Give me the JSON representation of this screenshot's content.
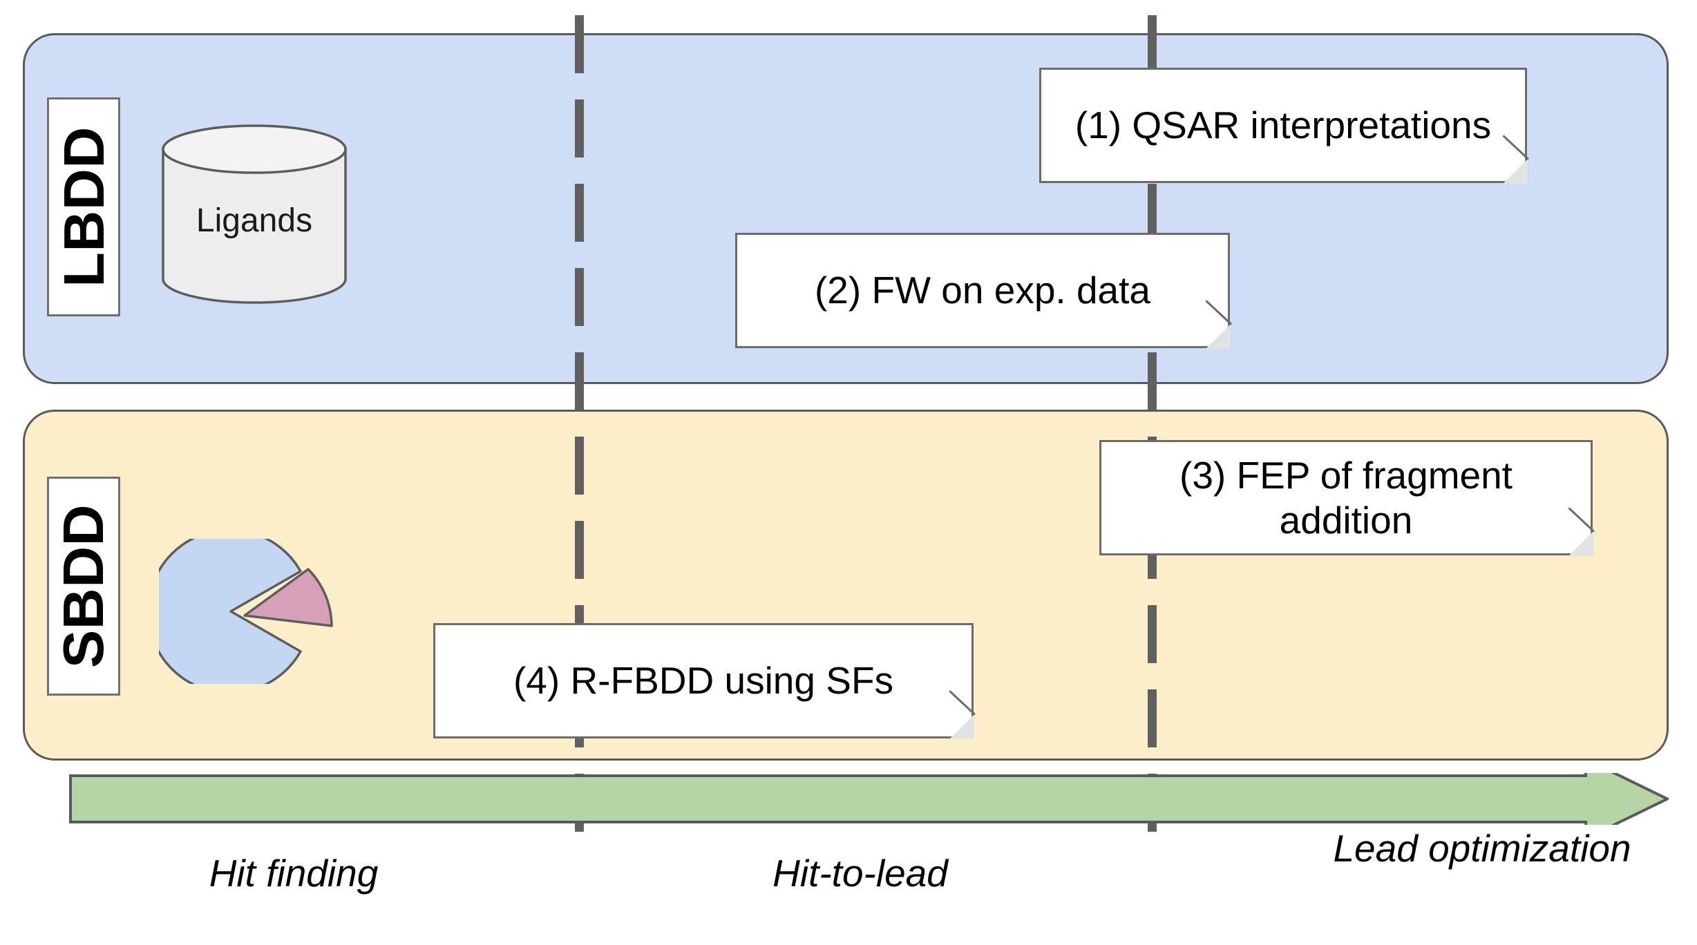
{
  "panels": [
    {
      "id": "lbdd",
      "label": "LBDD",
      "color": "#cfddf7"
    },
    {
      "id": "sbdd",
      "label": "SBDD",
      "color": "#fbeec9"
    }
  ],
  "icons": {
    "ligand_database": {
      "label": "Ligands",
      "name": "database-cylinder-icon",
      "fill": "#ededed"
    },
    "protein_ligand": {
      "name": "protein-pocket-icon",
      "protein_fill": "#c4d7f2",
      "ligand_fill": "#d5a0b8"
    }
  },
  "notes": [
    {
      "id": "note-1",
      "text": "(1) QSAR interpretations",
      "panel": "lbdd"
    },
    {
      "id": "note-2",
      "text": "(2) FW on exp. data",
      "panel": "lbdd"
    },
    {
      "id": "note-3",
      "text": "(3) FEP of fragment addition",
      "panel": "sbdd"
    },
    {
      "id": "note-4",
      "text": "(4) R-FBDD using SFs",
      "panel": "sbdd"
    }
  ],
  "timeline": {
    "arrow_color": "#b5d5a7",
    "arrow_stroke": "#5a5a5a",
    "divider_color": "#606060",
    "phases": [
      {
        "id": "hit-finding",
        "label": "Hit finding"
      },
      {
        "id": "hit-to-lead",
        "label": "Hit-to-lead"
      },
      {
        "id": "lead-optimization",
        "label": "Lead optimization"
      }
    ]
  }
}
